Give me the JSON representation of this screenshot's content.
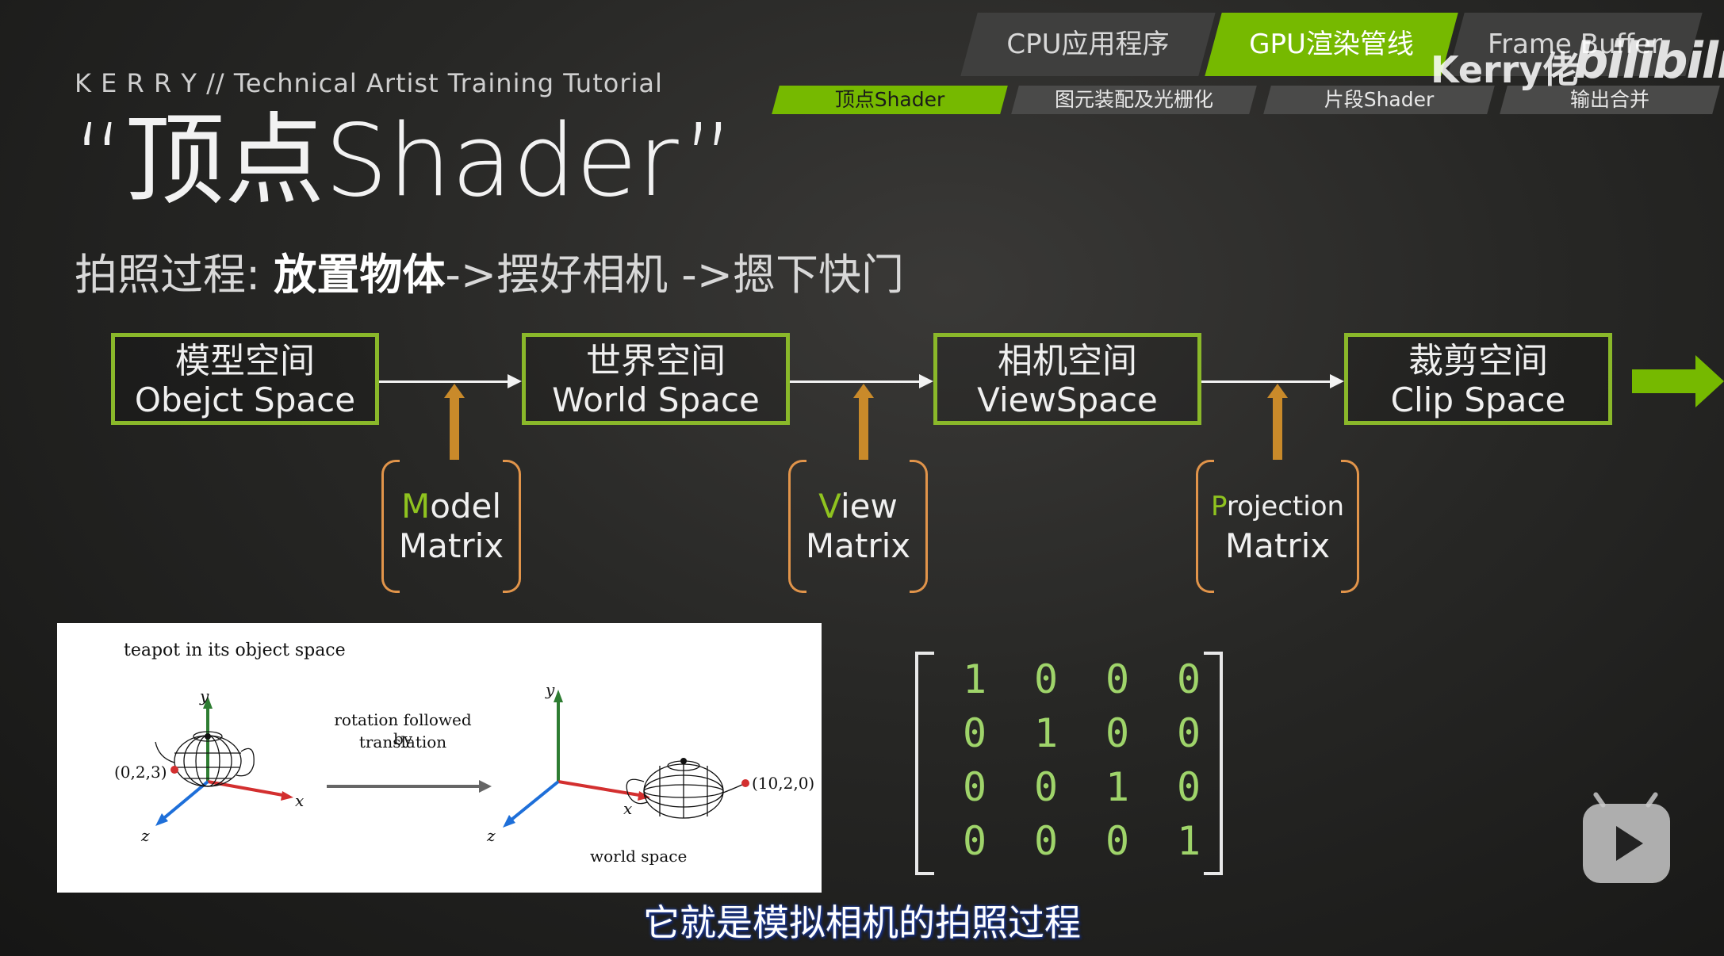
{
  "pipeline_tabs": [
    {
      "label": "CPU应用程序",
      "active": false
    },
    {
      "label": "GPU渲染管线",
      "active": true
    },
    {
      "label": "Frame Buffer",
      "active": false
    }
  ],
  "pipeline_subtabs": [
    {
      "label": "顶点Shader",
      "active": true
    },
    {
      "label": "图元装配及光栅化",
      "active": false
    },
    {
      "label": "片段Shader",
      "active": false
    },
    {
      "label": "输出合并",
      "active": false
    }
  ],
  "watermark": {
    "author": "Kerry佬",
    "site": "bilibili"
  },
  "header": {
    "brand": "K E R R Y // Technical Artist Training Tutorial",
    "title": "“顶点Shader”",
    "process_prefix": "拍照过程: ",
    "process_bold": "放置物体",
    "process_rest": "->摆好相机 ->摁下快门"
  },
  "spaces": [
    {
      "zh": "模型空间",
      "en": "Obejct Space"
    },
    {
      "zh": "世界空间",
      "en": "World Space"
    },
    {
      "zh": "相机空间",
      "en": "ViewSpace"
    },
    {
      "zh": "裁剪空间",
      "en": "Clip Space"
    }
  ],
  "matrices": [
    {
      "initial": "M",
      "rest": "odel",
      "second": "Matrix"
    },
    {
      "initial": "V",
      "rest": "iew",
      "second": "Matrix"
    },
    {
      "initial": "P",
      "rest": "rojection",
      "second": "Matrix"
    }
  ],
  "figure": {
    "caption_top": "teapot in its object space",
    "axis_y": "y",
    "axis_x": "x",
    "axis_z": "z",
    "point_object": "(0,2,3)",
    "transform_text_1": "rotation followed by",
    "transform_text_2": "translation",
    "point_world": "(10,2,0)",
    "caption_bottom": "world space"
  },
  "identity_matrix": [
    [
      "1",
      "0",
      "0",
      "0"
    ],
    [
      "0",
      "1",
      "0",
      "0"
    ],
    [
      "0",
      "0",
      "1",
      "0"
    ],
    [
      "0",
      "0",
      "0",
      "1"
    ]
  ],
  "subtitle": "它就是模拟相机的拍照过程",
  "colors": {
    "accent_green": "#76b900",
    "orange": "#c98a2a",
    "matrix_green": "#9fd46a"
  }
}
